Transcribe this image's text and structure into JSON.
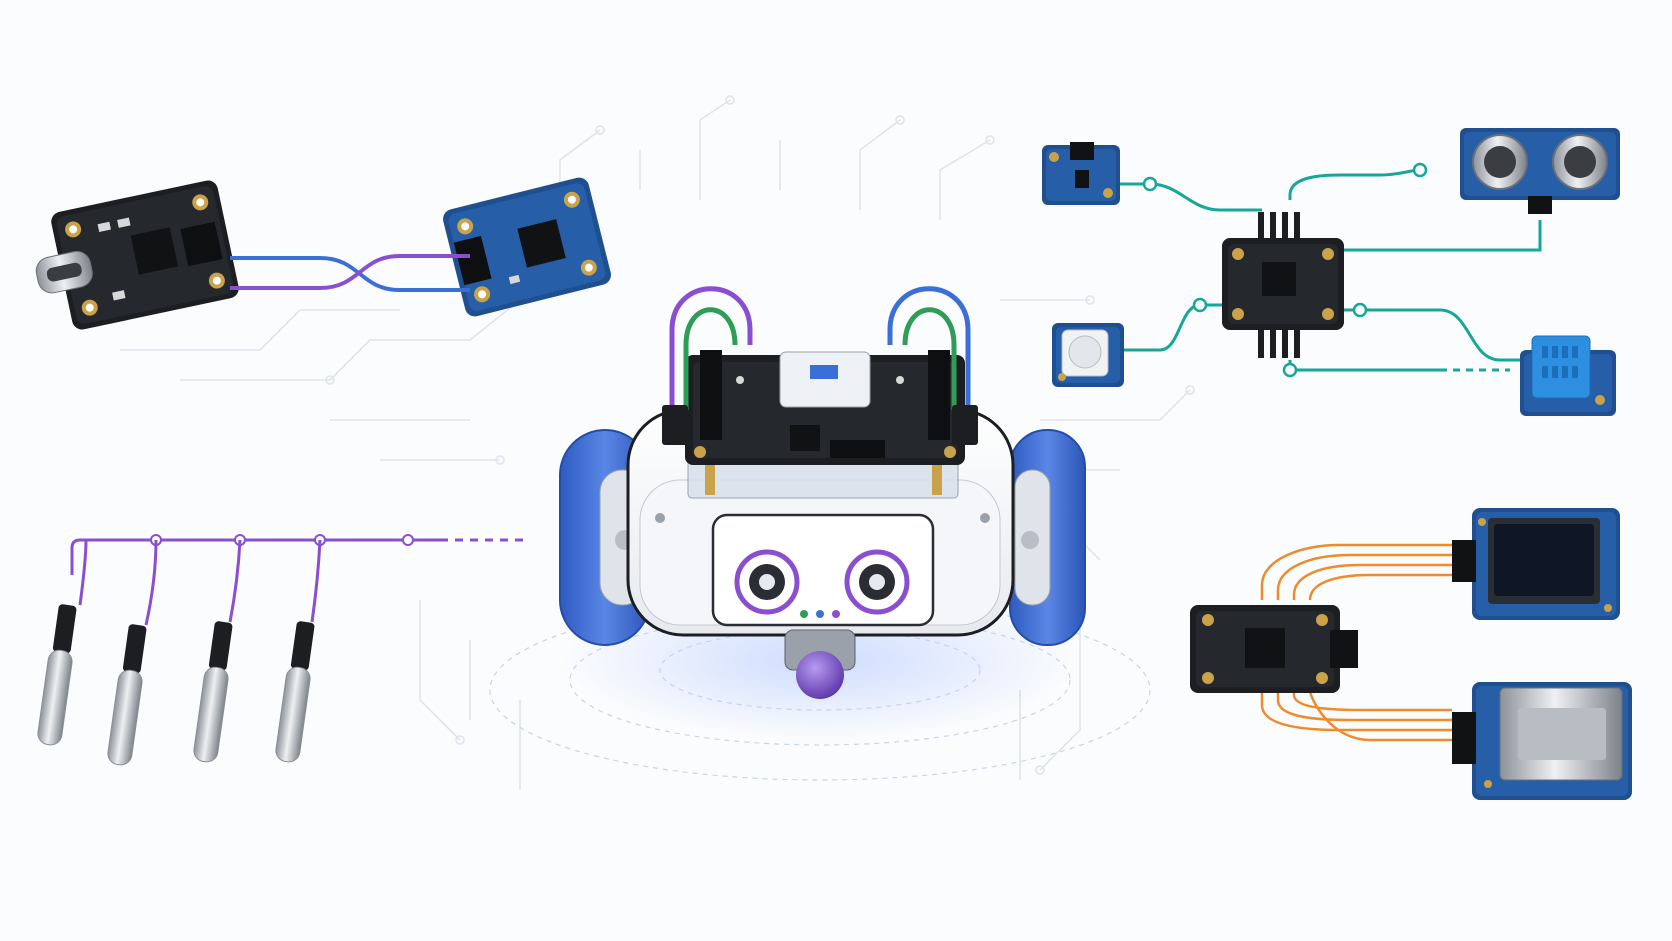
{
  "scene": {
    "palette": {
      "background": "#fbfcfd",
      "trace_faint": "#dde3ec",
      "pcb_black": "#1c1e22",
      "pcb_blue": "#1f4f8f",
      "wire_blue": "#3b6fd8",
      "wire_purple": "#8a4fd0",
      "wire_green": "#2e9d55",
      "wire_teal": "#17a69a",
      "wire_orange": "#f08a2a",
      "wheel_blue": "#3f6fd3",
      "chassis_white": "#ffffff",
      "gold_pad": "#c9a24a",
      "sensor_blue": "#2e8fe0",
      "steel": "#c9ccd1"
    },
    "groups": [
      {
        "name": "usb-i2c-bridge-pair",
        "icons": [
          "usb-c-breakout-board-icon",
          "i2c-sensor-board-icon"
        ],
        "wires": [
          "blue",
          "purple"
        ]
      },
      {
        "name": "onewire-probe-bus",
        "icons": [
          "temperature-probe-icon",
          "temperature-probe-icon",
          "temperature-probe-icon",
          "temperature-probe-icon"
        ],
        "wires": [
          "purple"
        ],
        "probe_count": 4
      },
      {
        "name": "robot-car",
        "icons": [
          "robot-chassis-icon",
          "controller-board-icon",
          "wheel-icon",
          "wheel-icon",
          "ultrasonic-eyes-icon",
          "caster-ball-icon"
        ],
        "wires": [
          "purple",
          "green",
          "blue"
        ],
        "status_leds": [
          "#2e9d55",
          "#3b6fd8",
          "#8a4fd0"
        ]
      },
      {
        "name": "sensor-hub-cluster",
        "icons": [
          "hub-board-icon",
          "ir-sensor-icon",
          "ultrasonic-sensor-icon",
          "pir-sensor-icon",
          "humidity-sensor-icon"
        ],
        "wires": [
          "teal"
        ]
      },
      {
        "name": "spi-peripheral-cluster",
        "icons": [
          "spi-adapter-board-icon",
          "oled-display-icon",
          "sd-card-module-icon"
        ],
        "wires": [
          "orange"
        ]
      }
    ]
  }
}
